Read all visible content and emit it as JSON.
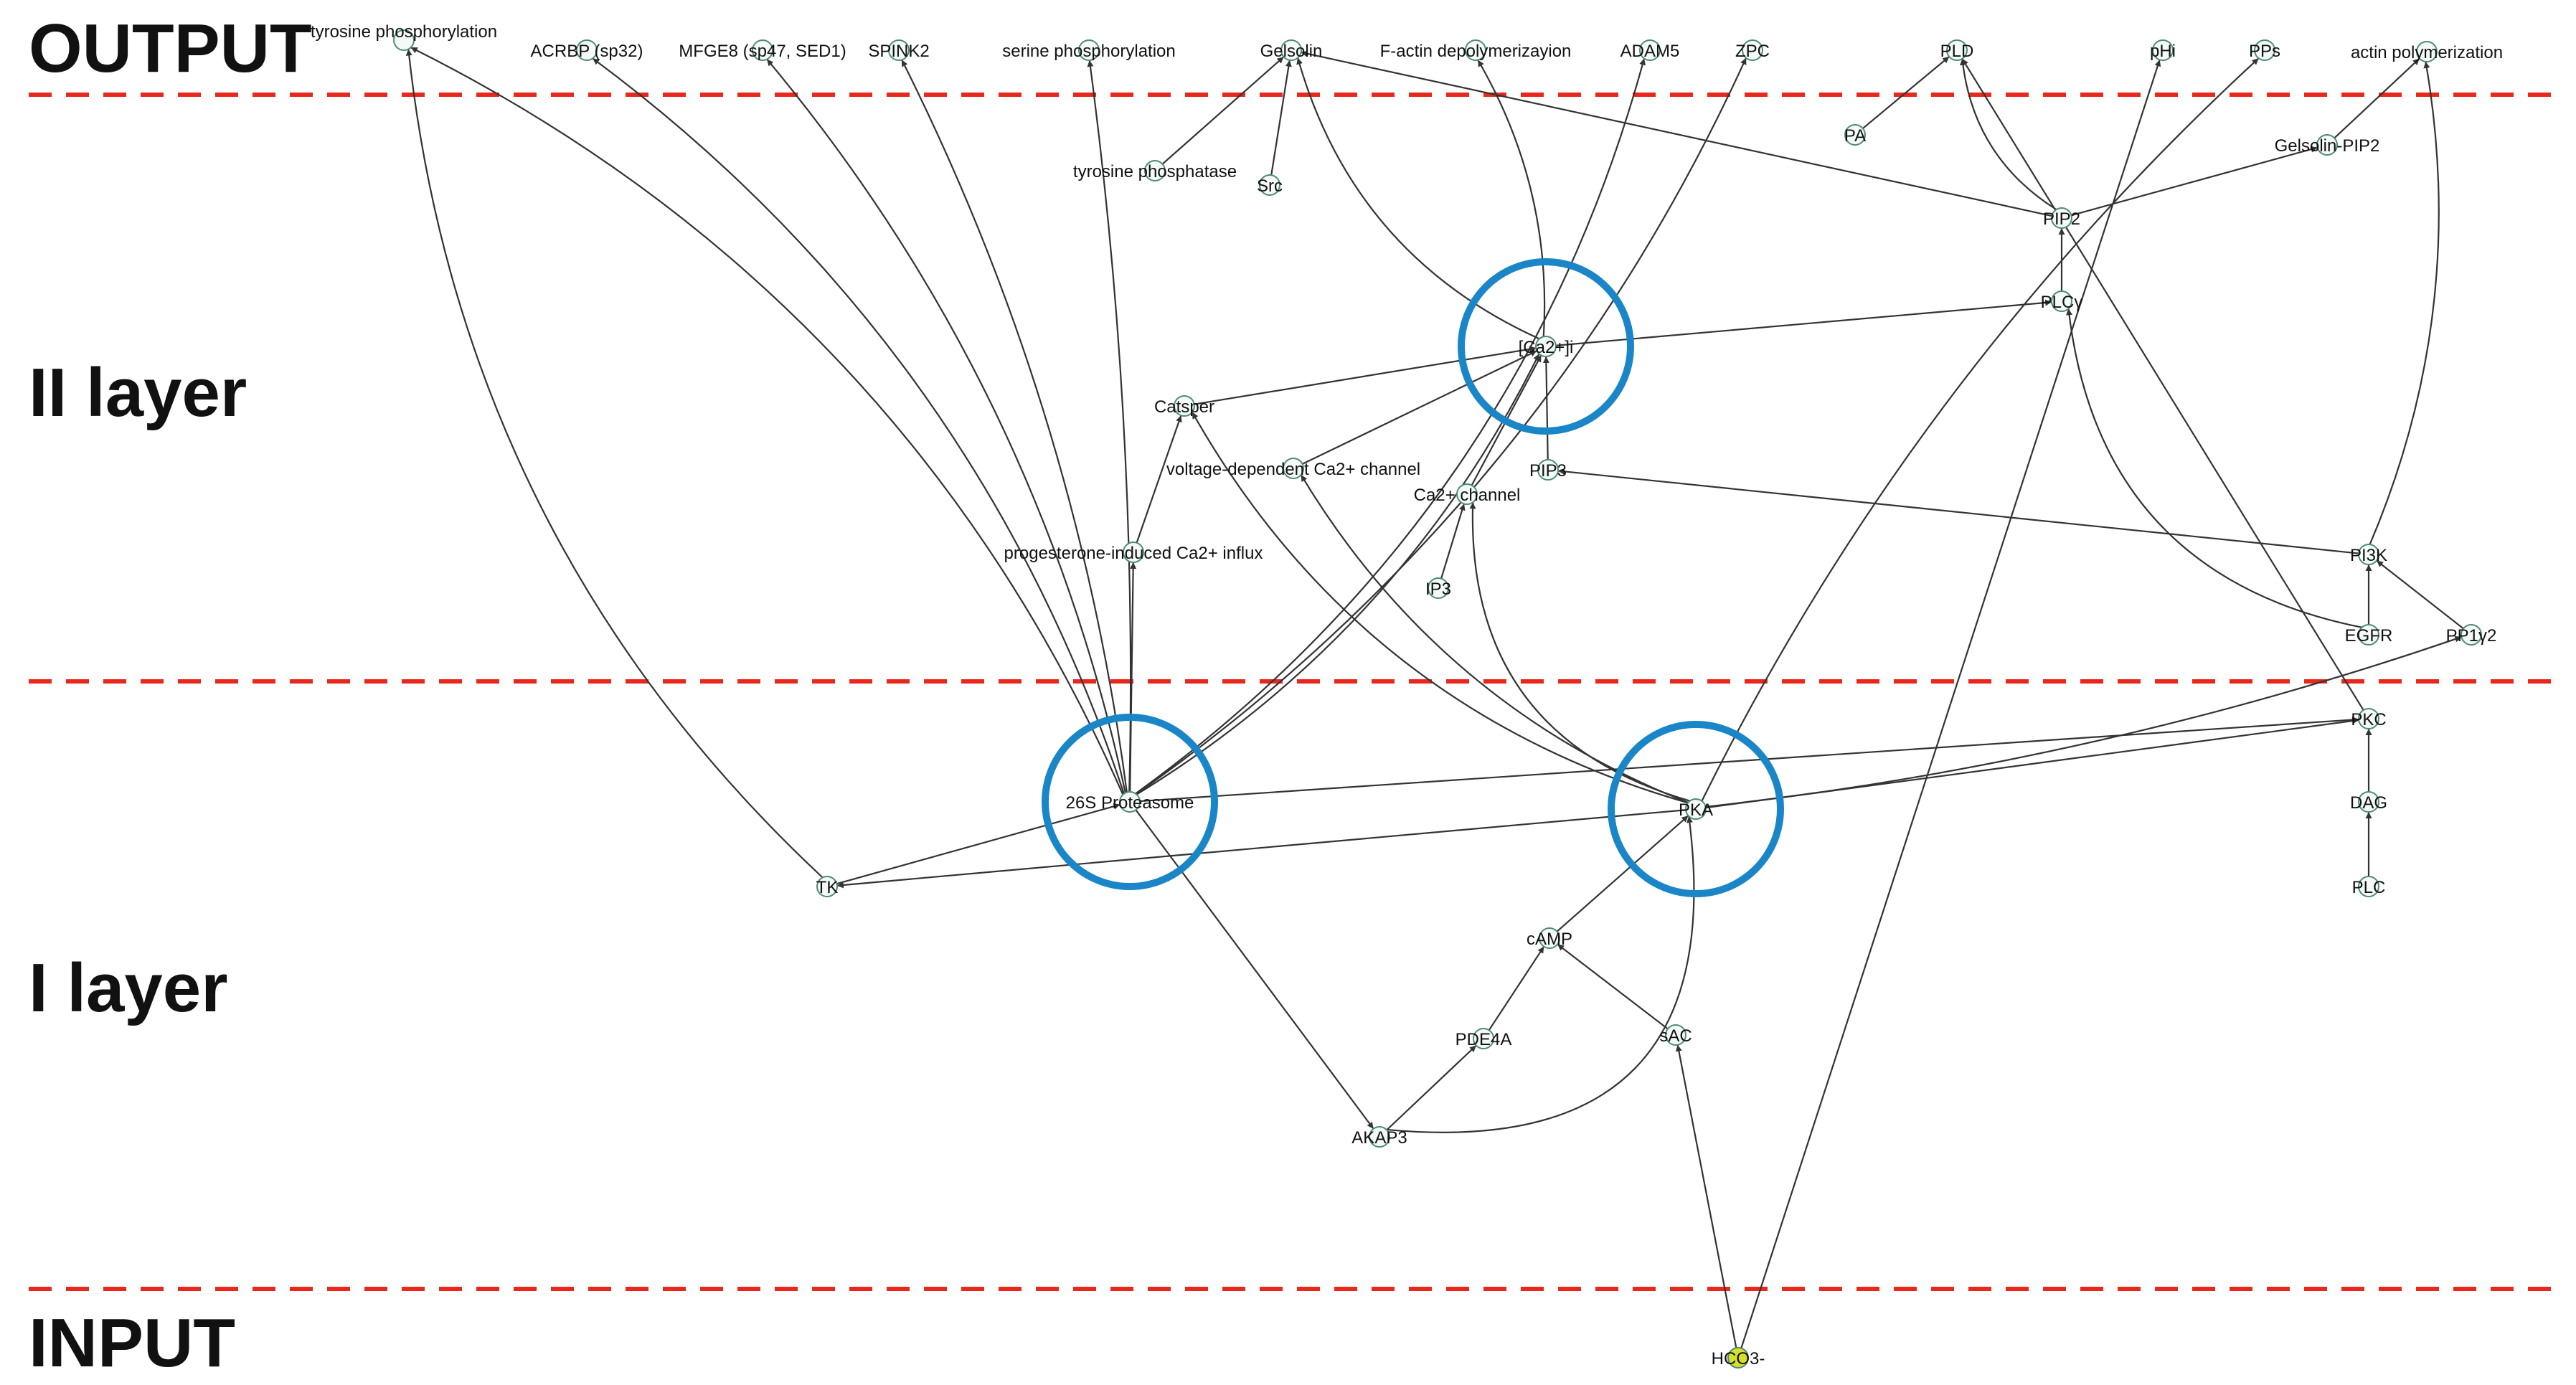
{
  "layers": [
    {
      "id": "output",
      "label": "OUTPUT"
    },
    {
      "id": "layer2",
      "label": "II layer"
    },
    {
      "id": "layer1",
      "label": "I layer"
    },
    {
      "id": "input",
      "label": "INPUT"
    }
  ],
  "colors": {
    "divider": "#e8281d",
    "highlight": "#1a86c8",
    "node_fill": "#f4faf7",
    "input_node_fill": "#d6df2a",
    "edge": "#333333"
  },
  "nodes": [
    {
      "id": "tyr_phos",
      "label": "tyrosine phosphorylation"
    },
    {
      "id": "acrbp",
      "label": "ACRBP (sp32)"
    },
    {
      "id": "mfge8",
      "label": "MFGE8 (sp47, SED1)"
    },
    {
      "id": "spink2",
      "label": "SPINK2"
    },
    {
      "id": "ser_phos",
      "label": "serine phosphorylation"
    },
    {
      "id": "gelsolin",
      "label": "Gelsolin"
    },
    {
      "id": "factin",
      "label": "F-actin depolymerizayion"
    },
    {
      "id": "adam5",
      "label": "ADAM5"
    },
    {
      "id": "zpc",
      "label": "ZPC"
    },
    {
      "id": "pld",
      "label": "PLD"
    },
    {
      "id": "phi",
      "label": "pHi"
    },
    {
      "id": "pps",
      "label": "PPs"
    },
    {
      "id": "actin_poly",
      "label": "actin polymerization"
    },
    {
      "id": "pa",
      "label": "PA"
    },
    {
      "id": "tyr_phosphatase",
      "label": "tyrosine phosphatase"
    },
    {
      "id": "src",
      "label": "Src"
    },
    {
      "id": "gelsolin_pip2",
      "label": "Gelsolin-PIP2"
    },
    {
      "id": "pip2",
      "label": "PIP2"
    },
    {
      "id": "plcg",
      "label": "PLCγ"
    },
    {
      "id": "ca2i",
      "label": "[Ca2+]i"
    },
    {
      "id": "catsper",
      "label": "Catsper"
    },
    {
      "id": "vdcc",
      "label": "voltage-dependent Ca2+ channel"
    },
    {
      "id": "pip3",
      "label": "PIP3"
    },
    {
      "id": "ca_channel",
      "label": "Ca2+ channel"
    },
    {
      "id": "prog_influx",
      "label": "progesterone-induced Ca2+ influx"
    },
    {
      "id": "ip3",
      "label": "IP3"
    },
    {
      "id": "pi3k",
      "label": "PI3K"
    },
    {
      "id": "egfr",
      "label": "EGFR"
    },
    {
      "id": "pp1g2",
      "label": "PP1γ2"
    },
    {
      "id": "pkc",
      "label": "PKC"
    },
    {
      "id": "proteasome",
      "label": "26S Proteasome"
    },
    {
      "id": "pka",
      "label": "PKA"
    },
    {
      "id": "dag",
      "label": "DAG"
    },
    {
      "id": "tk",
      "label": "TK"
    },
    {
      "id": "plc",
      "label": "PLC"
    },
    {
      "id": "camp",
      "label": "cAMP"
    },
    {
      "id": "pde4a",
      "label": "PDE4A"
    },
    {
      "id": "sac",
      "label": "sAC"
    },
    {
      "id": "akap3",
      "label": "AKAP3"
    },
    {
      "id": "hco3",
      "label": "HCO3-"
    }
  ],
  "edges": [
    {
      "from": "pa",
      "to": "pld"
    },
    {
      "from": "pip2",
      "to": "pld"
    },
    {
      "from": "pip2",
      "to": "gelsolin"
    },
    {
      "from": "pip2",
      "to": "gelsolin_pip2"
    },
    {
      "from": "gelsolin_pip2",
      "to": "actin_poly"
    },
    {
      "from": "tyr_phosphatase",
      "to": "gelsolin"
    },
    {
      "from": "src",
      "to": "gelsolin"
    },
    {
      "from": "ca2i",
      "to": "gelsolin"
    },
    {
      "from": "ca2i",
      "to": "factin"
    },
    {
      "from": "ca2i",
      "to": "plcg"
    },
    {
      "from": "plcg",
      "to": "pip2"
    },
    {
      "from": "catsper",
      "to": "ca2i"
    },
    {
      "from": "vdcc",
      "to": "ca2i"
    },
    {
      "from": "pip3",
      "to": "ca2i"
    },
    {
      "from": "ca_channel",
      "to": "ca2i"
    },
    {
      "from": "ip3",
      "to": "ca_channel"
    },
    {
      "from": "prog_influx",
      "to": "catsper"
    },
    {
      "from": "proteasome",
      "to": "prog_influx"
    },
    {
      "from": "proteasome",
      "to": "tyr_phos"
    },
    {
      "from": "proteasome",
      "to": "acrbp"
    },
    {
      "from": "proteasome",
      "to": "mfge8"
    },
    {
      "from": "proteasome",
      "to": "spink2"
    },
    {
      "from": "proteasome",
      "to": "ser_phos"
    },
    {
      "from": "proteasome",
      "to": "adam5"
    },
    {
      "from": "proteasome",
      "to": "zpc"
    },
    {
      "from": "proteasome",
      "to": "ca2i"
    },
    {
      "from": "proteasome",
      "to": "pkc"
    },
    {
      "from": "proteasome",
      "to": "akap3"
    },
    {
      "from": "tk",
      "to": "proteasome"
    },
    {
      "from": "tk",
      "to": "tyr_phos"
    },
    {
      "from": "pka",
      "to": "catsper"
    },
    {
      "from": "pka",
      "to": "vdcc"
    },
    {
      "from": "pka",
      "to": "ca_channel"
    },
    {
      "from": "pka",
      "to": "pps"
    },
    {
      "from": "pka",
      "to": "tk"
    },
    {
      "from": "pka",
      "to": "pkc"
    },
    {
      "from": "pka",
      "to": "pp1g2"
    },
    {
      "from": "camp",
      "to": "pka"
    },
    {
      "from": "pde4a",
      "to": "camp"
    },
    {
      "from": "sac",
      "to": "camp"
    },
    {
      "from": "akap3",
      "to": "pde4a"
    },
    {
      "from": "akap3",
      "to": "pka"
    },
    {
      "from": "hco3",
      "to": "sac"
    },
    {
      "from": "hco3",
      "to": "phi"
    },
    {
      "from": "pi3k",
      "to": "actin_poly"
    },
    {
      "from": "pi3k",
      "to": "pip3"
    },
    {
      "from": "egfr",
      "to": "pi3k"
    },
    {
      "from": "egfr",
      "to": "plcg"
    },
    {
      "from": "pp1g2",
      "to": "pi3k"
    },
    {
      "from": "pkc",
      "to": "pld"
    },
    {
      "from": "dag",
      "to": "pkc"
    },
    {
      "from": "plc",
      "to": "dag"
    }
  ],
  "highlighted_nodes": [
    "ca2i",
    "proteasome",
    "pka"
  ]
}
